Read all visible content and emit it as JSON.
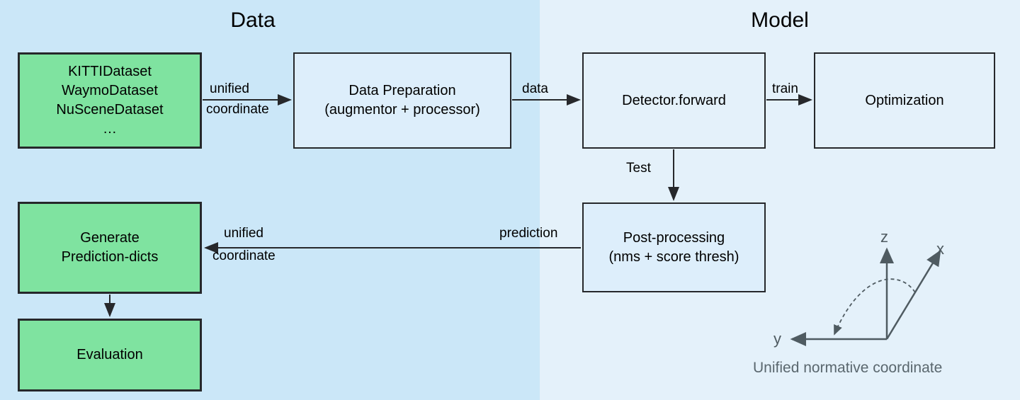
{
  "figure": {
    "background_left": "#cbe7f8",
    "background_right": "#e4f1fa",
    "node_green": "#7fe3a0",
    "node_blue": "#ddeefb",
    "stroke": "#26282b",
    "axis_color": "#4f5b61"
  },
  "panels": {
    "left_title": "Data",
    "right_title": "Model"
  },
  "nodes": {
    "datasets": {
      "lines": [
        "KITTIDataset",
        "WaymoDataset",
        "NuSceneDataset",
        "…"
      ],
      "text": "KITTIDataset\nWaymoDataset\nNuSceneDataset\n…"
    },
    "data_preparation": {
      "text": "Data Preparation\n(augmentor + processor)"
    },
    "detector_forward": {
      "text": "Detector.forward"
    },
    "optimization": {
      "text": "Optimization"
    },
    "post_processing": {
      "text": "Post-processing\n(nms + score thresh)"
    },
    "generate_prediction_dicts": {
      "text": "Generate\nPrediction-dicts"
    },
    "evaluation": {
      "text": "Evaluation"
    }
  },
  "edges": {
    "datasets_to_dataprep_line1": "unified",
    "datasets_to_dataprep_line2": "coordinate",
    "dataprep_to_detector": "data",
    "detector_to_optimization": "train",
    "detector_to_postproc": "Test",
    "postproc_to_generate": "prediction",
    "postproc_to_generate_line1": "unified",
    "postproc_to_generate_line2": "coordinate"
  },
  "coordinate_system": {
    "axis_z": "z",
    "axis_x": "x",
    "axis_y": "y",
    "caption": "Unified normative coordinate"
  }
}
